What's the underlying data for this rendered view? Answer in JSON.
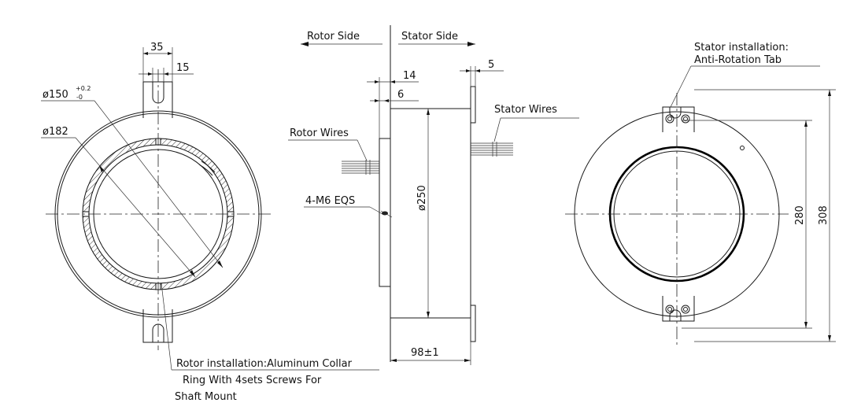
{
  "labels": {
    "rotor_side": "Rotor Side",
    "stator_side": "Stator Side",
    "rotor_wires": "Rotor Wires",
    "stator_wires": "Stator Wires",
    "screw": "4-M6 EQS",
    "stator_install_1": "Stator installation:",
    "stator_install_2": "Anti-Rotation Tab",
    "rotor_install_1": "Rotor installation:Aluminum Collar",
    "rotor_install_2": "Ring With 4sets Screws For",
    "rotor_install_3": "Shaft Mount"
  },
  "dimensions": {
    "tab_width": "35",
    "slot_width": "15",
    "bore_main": "ø150",
    "bore_tol_upper": "+0.2",
    "bore_tol_lower": "-0",
    "collar_dia": "ø182",
    "flange_thk": "14",
    "flange_step": "6",
    "tab_thk": "5",
    "body_dia": "ø250",
    "length": "98±1",
    "hole_span": "280",
    "overall_span": "308"
  }
}
